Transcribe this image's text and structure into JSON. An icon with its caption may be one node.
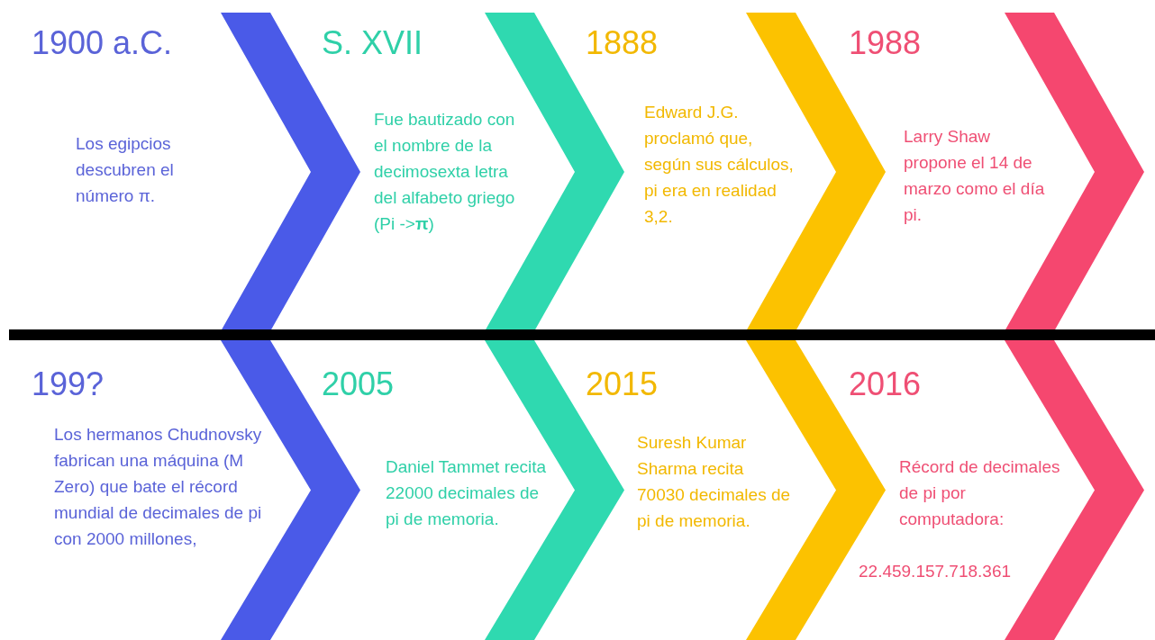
{
  "diagram": {
    "labels": [
      "1900 a.C.",
      "Los egipcios descubren el número π.",
      "S. XVII",
      "Fue bautizado con el nombre de la decimosexta letra del alfabeto griego (Pi ->**π**)",
      "1888",
      "Edward J.G. proclamó que, según sus cálculos, pi era en realidad 3,2.",
      "1988",
      "Larry Shaw propone el 14 de marzo como el día pi.",
      "199?",
      "Los hermanos Chudnovsky fabrican una máquina (M Zero) que bate el récord mundial de decimales de pi con 2000 millones,",
      "2005",
      "Daniel Tammet recita 22000 decimales de pi de memoria.",
      "2015",
      "Suresh Kumar Sharma recita 70030 decimales de pi de memoria.",
      "2016",
      "Récord de decimales de pi por computadora:",
      "22.459.157.718.361"
    ]
  }
}
